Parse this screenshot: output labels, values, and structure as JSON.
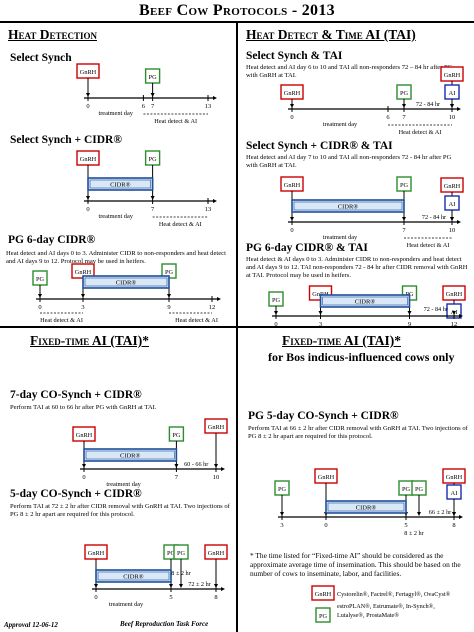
{
  "title": "Beef Cow Protocols - 2013",
  "sections": {
    "heat_detection": "Heat Detection",
    "heat_detect_tai": "Heat Detect & Time AI (TAI)",
    "fixed_time_ai": "Fixed-time AI (TAI)*",
    "fixed_time_ai_bos_title": "Fixed-time AI (TAI)*",
    "fixed_time_ai_bos_sub": "for Bos indicus-influenced cows only"
  },
  "protocols": [
    {
      "id": "select-synch",
      "title": "Select Synch",
      "desc": ""
    },
    {
      "id": "select-synch-cidr",
      "title": "Select Synch + CIDR®",
      "desc": ""
    },
    {
      "id": "pg-6day-cidr",
      "title": "PG 6-day CIDR®",
      "desc": "Heat detect and AI days 0 to 3.  Administer CIDR to non-responders and heat detect and AI days 9 to 12.  Protocol may be used in heifers."
    },
    {
      "id": "select-synch-tai",
      "title": "Select Synch & TAI",
      "desc": "Heat detect and AI day 6 to 10 and TAI all non-responders 72 – 84 hr after PG with GnRH at TAI."
    },
    {
      "id": "select-synch-cidr-tai",
      "title": "Select Synch + CIDR® & TAI",
      "desc": "Heat detect and AI day 7 to 10 and TAI all non-responders 72 - 84 hr after PG with GnRH at TAI."
    },
    {
      "id": "pg-6day-cidr-tai",
      "title": "PG 6-day CIDR® & TAI",
      "desc": "Heat detect & AI days 0 to 3.  Administer CIDR to non-responders and heat detect and AI days 9 to 12. TAI non-responders  72 - 84 hr  after CIDR removal with GnRH at TAI.  Protocol may be used in heifers."
    },
    {
      "id": "co-synch-7day",
      "title": "7-day CO-Synch + CIDR®",
      "desc": "Perform TAI at 60 to 66  hr after PG with GnRH at TAI."
    },
    {
      "id": "co-synch-5day",
      "title": "5-day CO-Synch + CIDR®",
      "desc": "Perform TAI at 72 ± 2 hr after CIDR removal with GnRH at TAI. Two injections of  PG 8 ± 2 hr apart are required for this protocol."
    },
    {
      "id": "pg-5day-co-synch",
      "title": "PG 5-day CO-Synch + CIDR®",
      "desc": "Perform TAI at 66 ± 2 hr after CIDR removal with GnRH at TAI. Two injections of PG 8 ± 2 hr apart are required for this protocol."
    }
  ],
  "labels": {
    "gnrh": "GnRH",
    "pg": "PG",
    "ai": "AI",
    "cidr": "CIDR®",
    "treatment_day": "treatment day",
    "heat_detect_ai": "Heat detect & AI",
    "hr_72_84": "72 - 84 hr",
    "hr_60_66": "60 - 66 hr",
    "hr_72_2": "72 ± 2 hr",
    "hr_66_2": "66 ± 2 hr",
    "hr_8_2": "8 ± 2 hr",
    "d0": "0",
    "d3": "3",
    "d5": "5",
    "d6": "6",
    "d7": "7",
    "d8": "8",
    "d9": "9",
    "d10": "10",
    "d12": "12",
    "d13": "13"
  },
  "footnote": "* The time listed for “Fixed-time AI” should be considered as the approximate average time of insemination. This should be based on the number of cows to inseminate, labor, and facilities.",
  "legend": {
    "gnrh_products": "Cystorelin®, Factrel®, Fertagyl®, OvaCyst®",
    "pg_products_1": "estroPLAN®, Estrumate®, In-Synch®,",
    "pg_products_2": "Lutalyse®, ProstaMate®"
  },
  "footer": {
    "approval": "Approval 12-06-12",
    "org": "Beef Reproduction Task Force"
  },
  "colors": {
    "gnrh": "#cc0000",
    "pg": "#2e8b2e",
    "ai": "#1a2bb3",
    "cidr": "#1f4f9c",
    "cidr_fill": "#d9e8f7"
  }
}
